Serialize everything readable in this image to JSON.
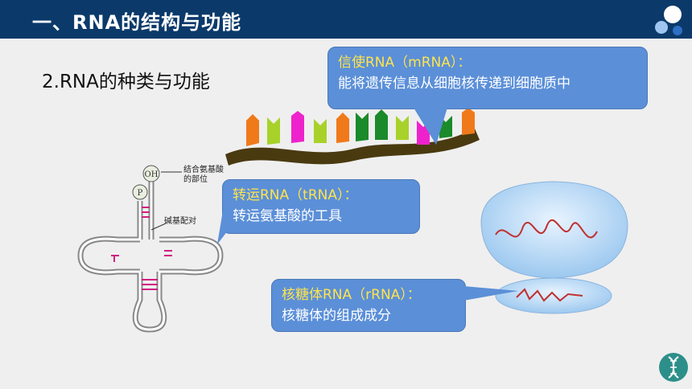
{
  "header": {
    "title": "一、RNA的结构与功能"
  },
  "subtitle": "2.RNA的种类与功能",
  "callouts": {
    "mrna": {
      "head": "信使RNA（mRNA）：",
      "body": "能将遗传信息从细胞核传递到细胞质中"
    },
    "trna": {
      "head": "转运RNA（tRNA）：",
      "body": "转运氨基酸的工具"
    },
    "rrna": {
      "head": "核糖体RNA（rRNA）：",
      "body": "核糖体的组成成分"
    }
  },
  "trna_diagram": {
    "oh_label": "OH",
    "p_label": "P",
    "binding_site_line1": "结合氨基酸",
    "binding_site_line2": "的部位",
    "base_pair_label": "碱基配对"
  },
  "colors": {
    "header_bg": "#0b3a6a",
    "callout_bg": "#5b8fd8",
    "callout_head": "#ffe44c"
  },
  "icons": [
    "logo-dots-icon",
    "dna-icon"
  ]
}
